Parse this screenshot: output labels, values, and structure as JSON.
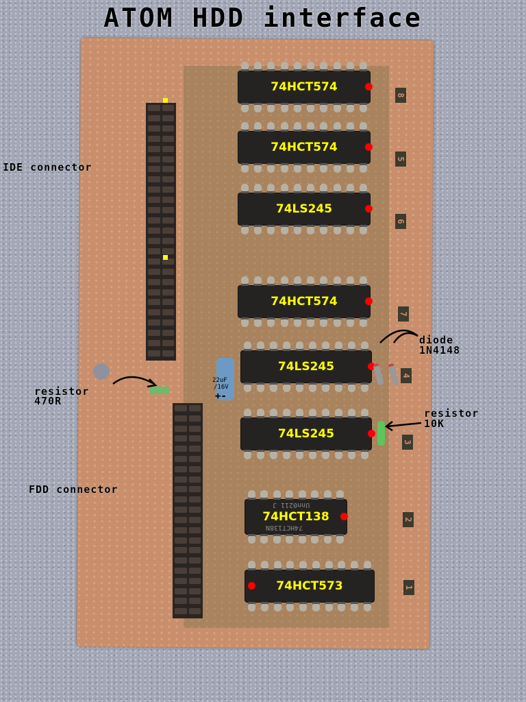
{
  "title": "ATOM HDD interface",
  "chips": [
    "74HCT574",
    "74HCT574",
    "74LS245",
    "74HCT574",
    "74LS245",
    "74LS245",
    "74HCT138",
    "74HCT573"
  ],
  "chip_print": {
    "line1": "Unn0211 J",
    "line2": "74HCT138N"
  },
  "annotations": {
    "ide": "IDE connector",
    "fdd": "FDD connector",
    "resistor470": [
      "resistor",
      "470R"
    ],
    "diode": [
      "diode",
      "1N4148"
    ],
    "resistor10k": [
      "resistor",
      "10K"
    ],
    "capacitor": [
      "22uF",
      "/16V",
      "+-"
    ]
  },
  "board_numbers": [
    "8",
    "5",
    "6",
    "7",
    "4",
    "3",
    "2",
    "1"
  ],
  "colors": {
    "chip_label": "#ffff00",
    "marker": "#ff0000",
    "copper": "#c98f6c"
  }
}
